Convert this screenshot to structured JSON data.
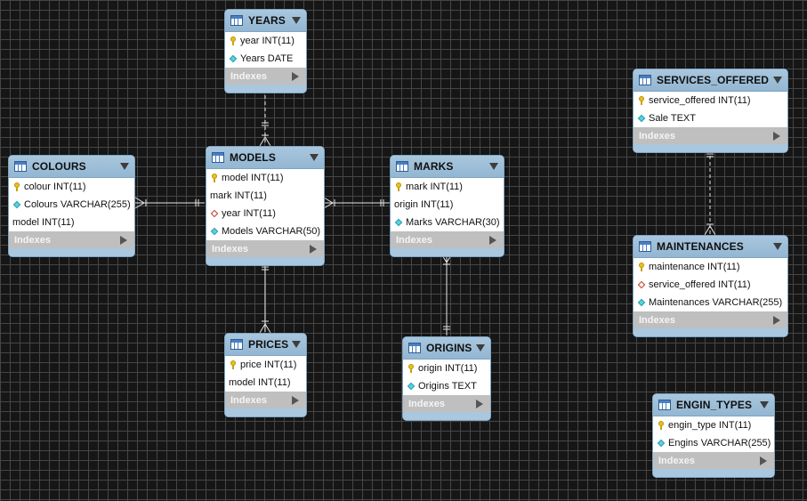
{
  "colors": {
    "canvas": "#161616",
    "grid": "#464646",
    "header": "#a9c7de",
    "indexes_bar": "#bfbfbf",
    "connector": "#e6e6e6",
    "primary_key": "#e8c21a",
    "foreign_key": "#c0392b",
    "attribute": "#5cd0dc"
  },
  "icons": {
    "table": "table-icon",
    "menu": "dropdown-triangle-icon",
    "primary_key": "key-icon",
    "foreign_key": "foreign-key-diamond-icon",
    "attribute": "attribute-diamond-icon",
    "indexes": "expand-arrow-icon"
  },
  "tables": {
    "years": {
      "title": "YEARS",
      "columns": [
        {
          "text": "year INT(11)",
          "icon": "key"
        },
        {
          "text": "Years DATE",
          "icon": "fk"
        }
      ],
      "indexes": "Indexes"
    },
    "models": {
      "title": "MODELS",
      "columns": [
        {
          "text": "model INT(11)",
          "icon": "key"
        },
        {
          "text": "mark INT(11)",
          "icon": "none"
        },
        {
          "text": "year INT(11)",
          "icon": "fk"
        },
        {
          "text": "Models VARCHAR(50)",
          "icon": "attr"
        }
      ],
      "indexes": "Indexes"
    },
    "colours": {
      "title": "COLOURS",
      "columns": [
        {
          "text": "colour INT(11)",
          "icon": "key"
        },
        {
          "text": "Colours VARCHAR(255)",
          "icon": "attr"
        },
        {
          "text": "model INT(11)",
          "icon": "none"
        }
      ],
      "indexes": "Indexes"
    },
    "marks": {
      "title": "MARKS",
      "columns": [
        {
          "text": "mark INT(11)",
          "icon": "key"
        },
        {
          "text": "origin INT(11)",
          "icon": "none"
        },
        {
          "text": "Marks VARCHAR(30)",
          "icon": "attr"
        }
      ],
      "indexes": "Indexes"
    },
    "prices": {
      "title": "PRICES",
      "columns": [
        {
          "text": "price INT(11)",
          "icon": "key"
        },
        {
          "text": "model INT(11)",
          "icon": "none"
        }
      ],
      "indexes": "Indexes"
    },
    "origins": {
      "title": "ORIGINS",
      "columns": [
        {
          "text": "origin INT(11)",
          "icon": "key"
        },
        {
          "text": "Origins TEXT",
          "icon": "attr"
        }
      ],
      "indexes": "Indexes"
    },
    "services_offered": {
      "title": "SERVICES_OFFERED",
      "columns": [
        {
          "text": "service_offered INT(11)",
          "icon": "key"
        },
        {
          "text": "Sale TEXT",
          "icon": "attr"
        }
      ],
      "indexes": "Indexes"
    },
    "maintenances": {
      "title": "MAINTENANCES",
      "columns": [
        {
          "text": "maintenance INT(11)",
          "icon": "key"
        },
        {
          "text": "service_offered INT(11)",
          "icon": "fk"
        },
        {
          "text": "Maintenances VARCHAR(255)",
          "icon": "attr"
        }
      ],
      "indexes": "Indexes"
    },
    "engin_types": {
      "title": "ENGIN_TYPES",
      "columns": [
        {
          "text": "engin_type INT(11)",
          "icon": "key"
        },
        {
          "text": "Engins VARCHAR(255)",
          "icon": "attr"
        }
      ],
      "indexes": "Indexes"
    }
  },
  "relationships": [
    {
      "from": "years",
      "to": "models",
      "style": "dashed"
    },
    {
      "from": "colours",
      "to": "models",
      "style": "solid"
    },
    {
      "from": "models",
      "to": "marks",
      "style": "solid"
    },
    {
      "from": "models",
      "to": "prices",
      "style": "solid"
    },
    {
      "from": "marks",
      "to": "origins",
      "style": "solid"
    },
    {
      "from": "services_offered",
      "to": "maintenances",
      "style": "dashed"
    }
  ]
}
